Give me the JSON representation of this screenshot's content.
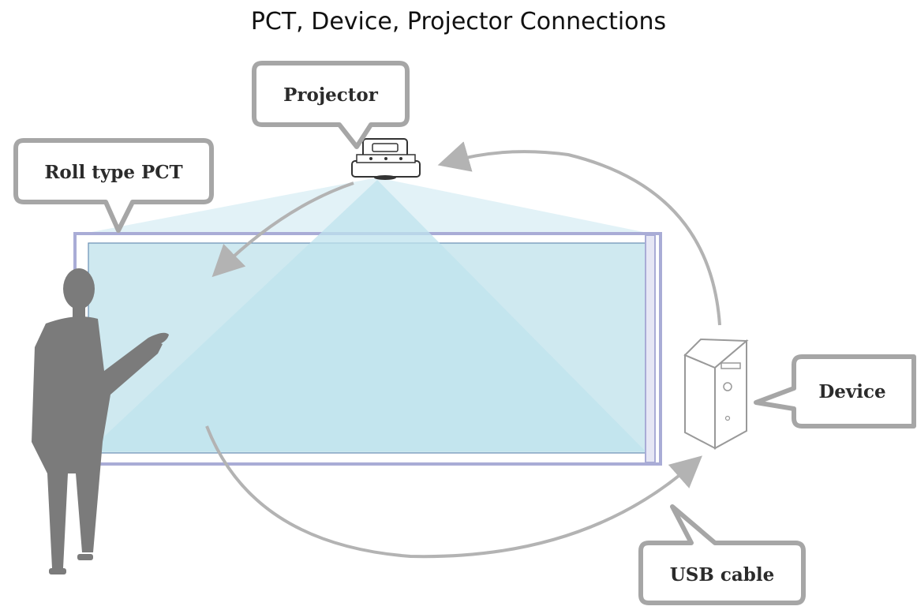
{
  "title": "PCT, Device, Projector Connections",
  "labels": {
    "projector": "Projector",
    "pct": "Roll type PCT",
    "device": "Device",
    "usb": "USB cable"
  },
  "colors": {
    "callout_border": "#a6a6a6",
    "arrow": "#b3b3b3",
    "screen_fill": "#cfe9f0",
    "screen_frame": "#a9acd6",
    "beam": "#bfe3ee",
    "person": "#7b7b7b"
  }
}
